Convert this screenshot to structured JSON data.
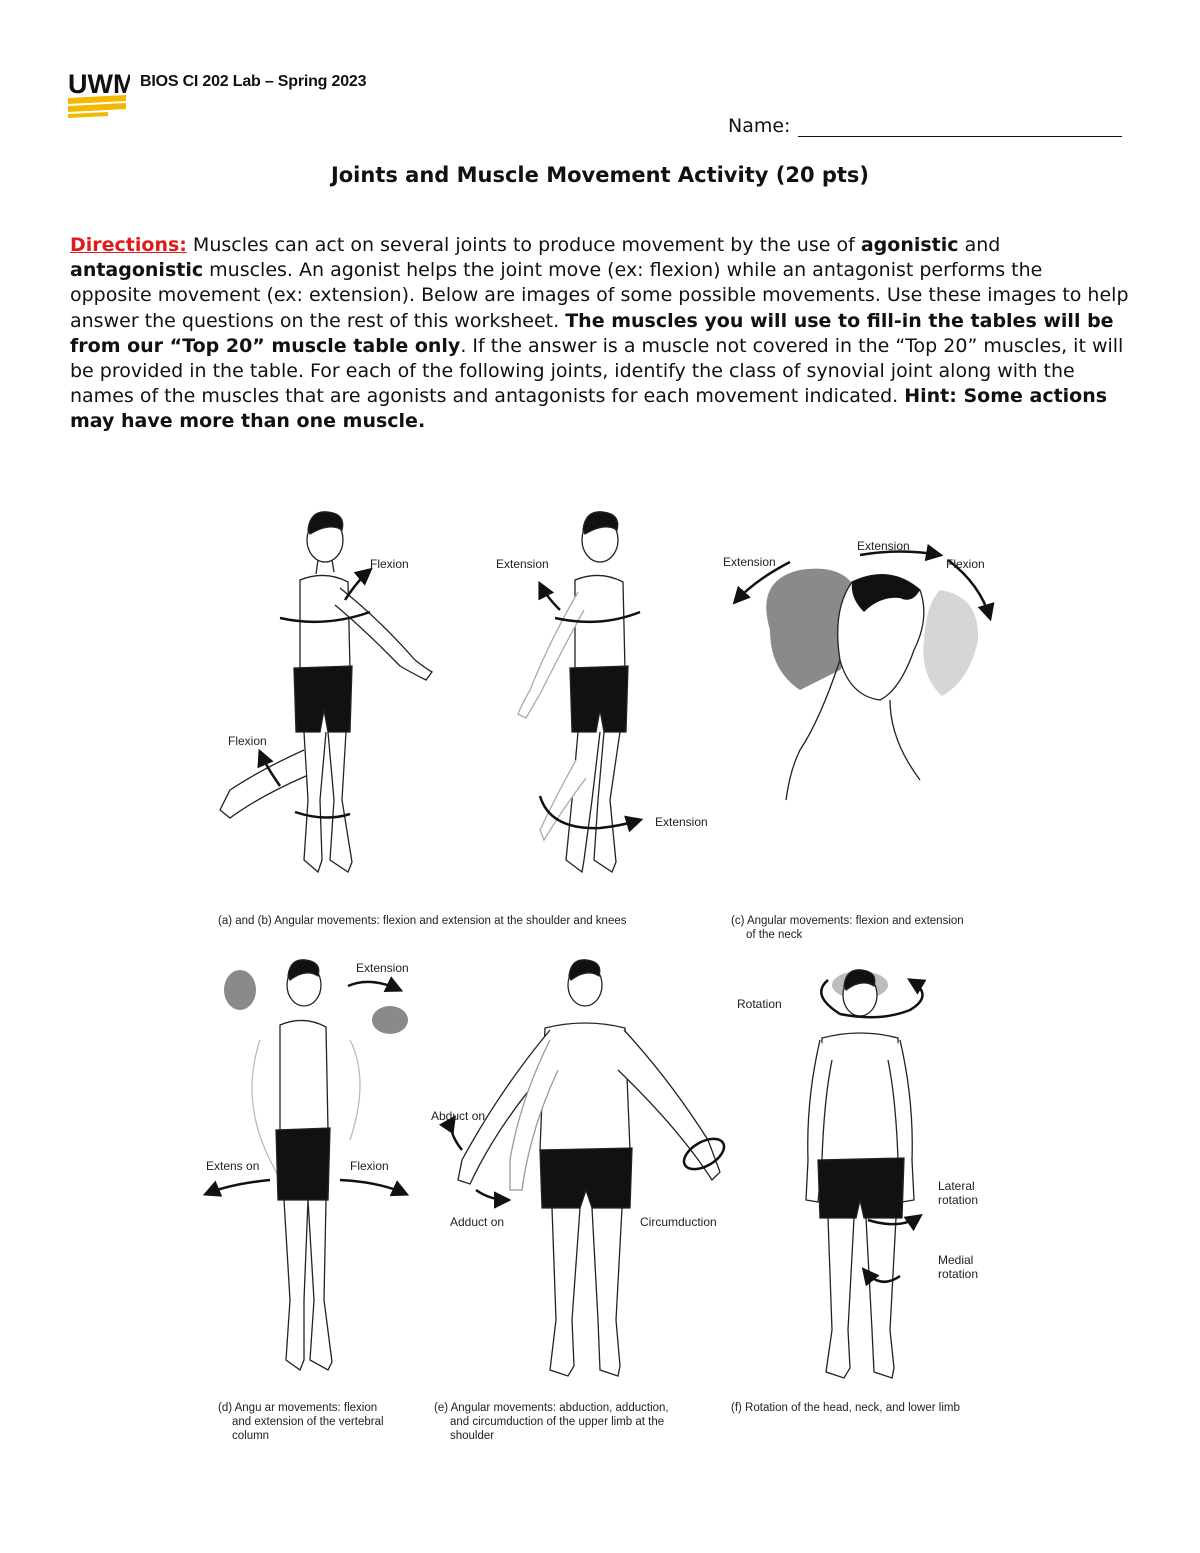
{
  "header": {
    "logo_text": "UWM",
    "course": "BIOS CI 202 Lab – Spring 2023",
    "name_label": "Name:"
  },
  "title": "Joints and Muscle Movement Activity (20 pts)",
  "directions": {
    "label": "Directions:",
    "t1": " Muscles can act on several joints to produce movement by the use of ",
    "b1": "agonistic",
    "t2": " and ",
    "b2": "antagonistic",
    "t3": " muscles. An agonist helps the joint move (ex: flexion) while an antagonist performs the opposite movement (ex: extension). Below are images of some possible movements. Use these images to help answer the questions on the rest of this worksheet. ",
    "b3": "The muscles you will use to fill-in the tables will be from our “Top 20” muscle table only",
    "t4": ".  If the answer is a muscle not covered in the “Top 20” muscles, it will be provided in the table. For each of the following joints, identify the class of synovial joint along with the names of the muscles that are agonists and antagonists for each movement indicated. ",
    "b4": "Hint: Some actions may have more than one muscle."
  },
  "figures": {
    "labels": {
      "a_flexion_shoulder": "Flexion",
      "b_extension_shoulder": "Extension",
      "a_flexion_knee": "Flexion",
      "b_extension_knee": "Extension",
      "c_extension_left": "Extension",
      "c_extension_top": "Extension",
      "c_flexion": "Flexion",
      "d_extension_top": "Extension",
      "d_extension_left": "Extens on",
      "d_flexion": "Flexion",
      "e_abduction": "Abduct on",
      "e_adduction": "Adduct on",
      "e_circumduction": "Circumduction",
      "f_rotation": "Rotation",
      "f_lateral_1": "Lateral",
      "f_lateral_2": "rotation",
      "f_medial_1": "Medial",
      "f_medial_2": "rotation"
    },
    "captions": {
      "ab": "(a) and (b) Angular movements: flexion and extension at the shoulder and knees",
      "c1": "(c) Angular movements: flexion and extension",
      "c2": "of the neck",
      "d1": "(d) Angu ar movements: flexion",
      "d2": "and extension of the vertebral",
      "d3": "column",
      "e1": "(e) Angular movements: abduction, adduction,",
      "e2": "and circumduction of the upper limb at the",
      "e3": "shoulder",
      "f1": "(f) Rotation of the head, neck, and lower limb"
    }
  },
  "colors": {
    "logo_gold": "#f2b800",
    "directions_red": "#e01b1b",
    "shorts": "#111111"
  }
}
